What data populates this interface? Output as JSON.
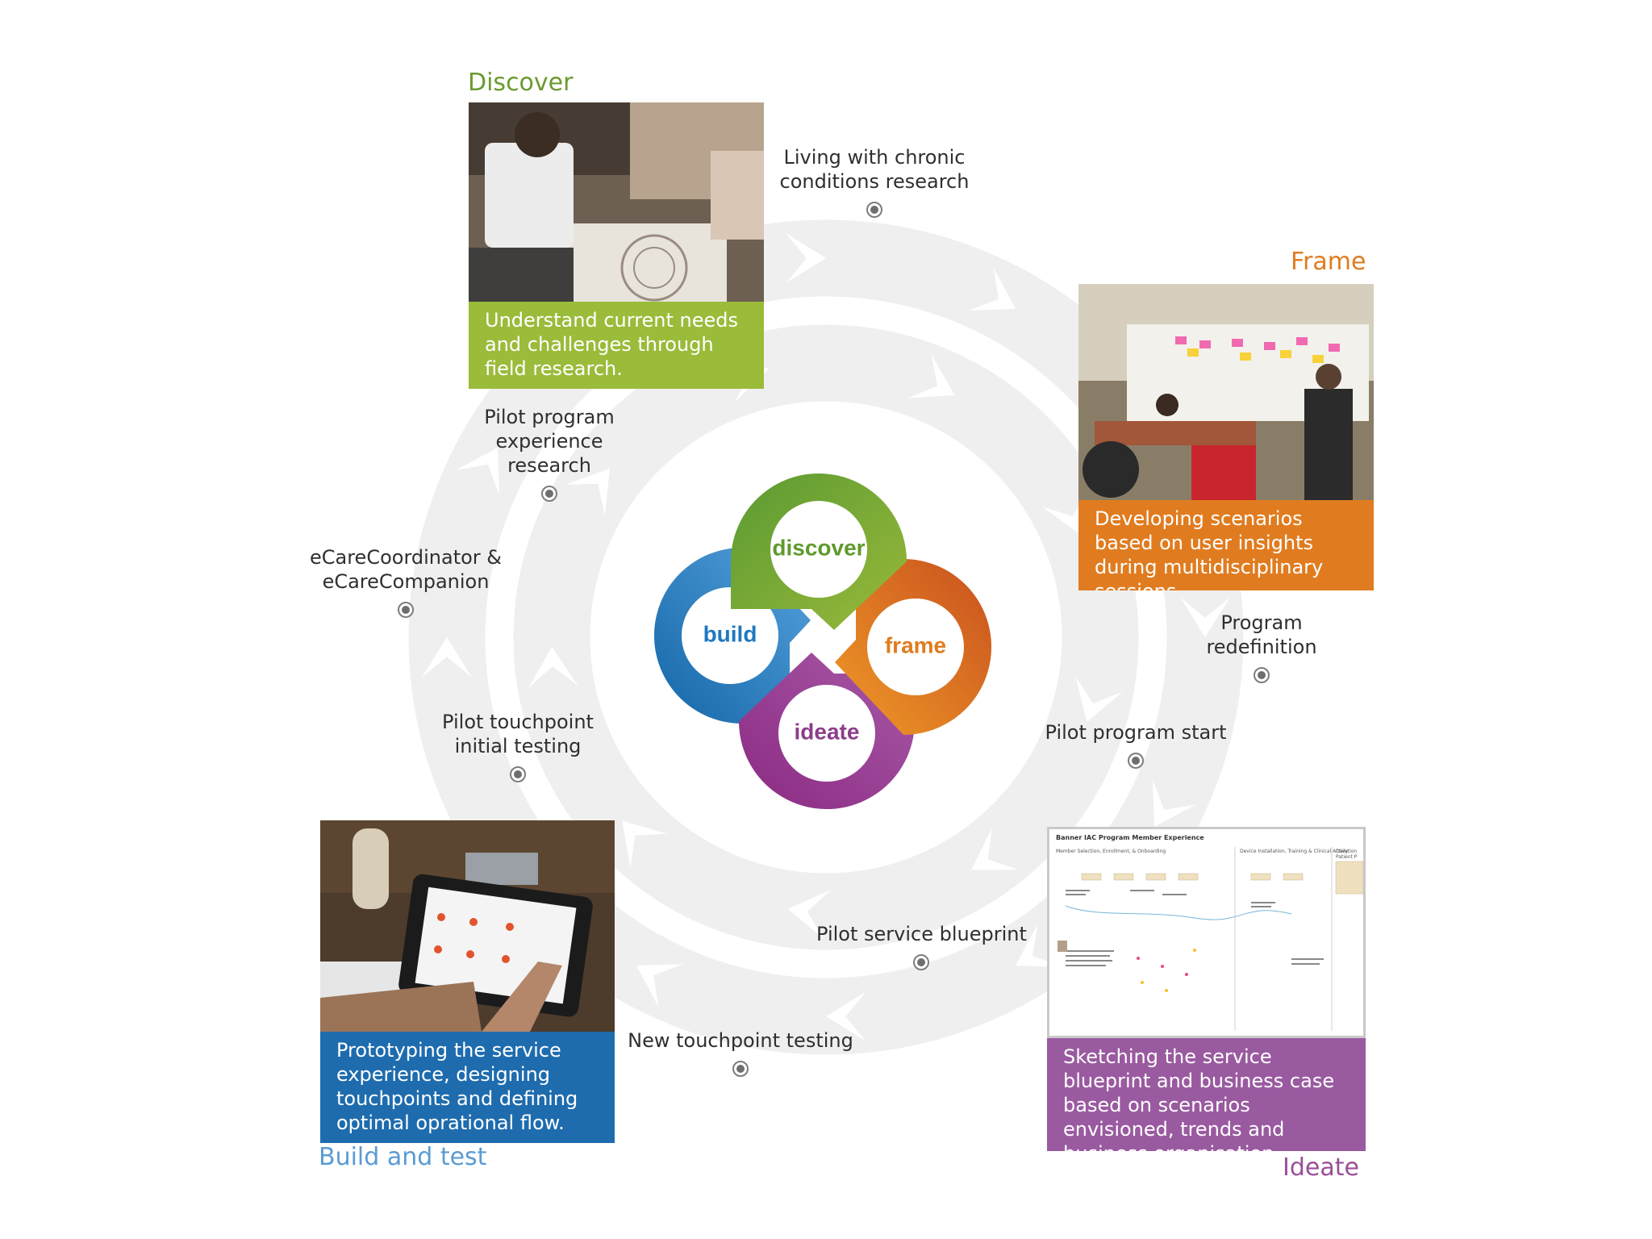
{
  "colors": {
    "discover": "#6b9a2e",
    "frame": "#e07c1f",
    "ideate": "#8c3d8a",
    "build": "#1f6fad",
    "build_title": "#5a9bd4",
    "ideate_title": "#9a4f98",
    "discover_caption_bg": "#9bbb3a",
    "frame_caption_bg": "#e07c1f",
    "ideate_caption_bg": "#9a5aa0",
    "build_caption_bg": "#1e6cae",
    "ring": "#f0efef"
  },
  "phases": {
    "discover": {
      "title": "Discover",
      "caption": "Understand current needs and challenges through field research.",
      "photo": "field-research-photo"
    },
    "frame": {
      "title": "Frame",
      "caption": "Developing scenarios based on user insights during multidisciplinary sessions.",
      "photo": "workshop-wall-photo"
    },
    "ideate": {
      "title": "Ideate",
      "caption": "Sketching the service blueprint and business case based on scenarios envisioned, trends and business organisation.",
      "photo": "service-blueprint-document"
    },
    "build": {
      "title": "Build and test",
      "caption": "Prototyping the service experience, designing touchpoints and defining optimal oprational flow.",
      "photo": "tablet-prototype-photo"
    }
  },
  "milestones": [
    {
      "id": "chronic",
      "label": "Living with chronic conditions research"
    },
    {
      "id": "pilot-exp",
      "label": "Pilot program experience research"
    },
    {
      "id": "ecare",
      "label": "eCareCoordinator & eCareCompanion"
    },
    {
      "id": "pilot-touch",
      "label": "Pilot touchpoint initial testing"
    },
    {
      "id": "redefinition",
      "label": "Program redefinition"
    },
    {
      "id": "pilot-start",
      "label": "Pilot program start"
    },
    {
      "id": "blueprint",
      "label": "Pilot service blueprint"
    },
    {
      "id": "new-touch",
      "label": "New touchpoint testing"
    }
  ],
  "center_loop": {
    "discover": "discover",
    "frame": "frame",
    "ideate": "ideate",
    "build": "build"
  },
  "document": {
    "title": "Banner IAC Program Member Experience",
    "section_1": "Member Selection, Enrollment, & Onboarding",
    "section_2": "Device Installation, Training & Clinical Activation",
    "section_3": "Daily Patient P"
  }
}
